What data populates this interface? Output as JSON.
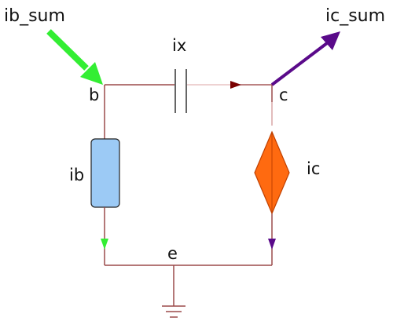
{
  "labels": {
    "ib_sum": "ib_sum",
    "ic_sum": "ic_sum",
    "ix": "ix",
    "b": "b",
    "c": "c",
    "ib": "ib",
    "ic": "ic",
    "e": "e"
  },
  "colors": {
    "wire": "#9b4a4a",
    "wire_light": "#e8c3c3",
    "green_arrow": "#33ee33",
    "purple_arrow": "#5a0a8a",
    "resistor_fill": "#9ccaf5",
    "resistor_stroke": "#222222",
    "source_fill": "#ff6a10",
    "source_stroke": "#c04000",
    "ix_arrow": "#7a0000",
    "capacitor": "#333333",
    "ground": "#9b4a4a"
  }
}
